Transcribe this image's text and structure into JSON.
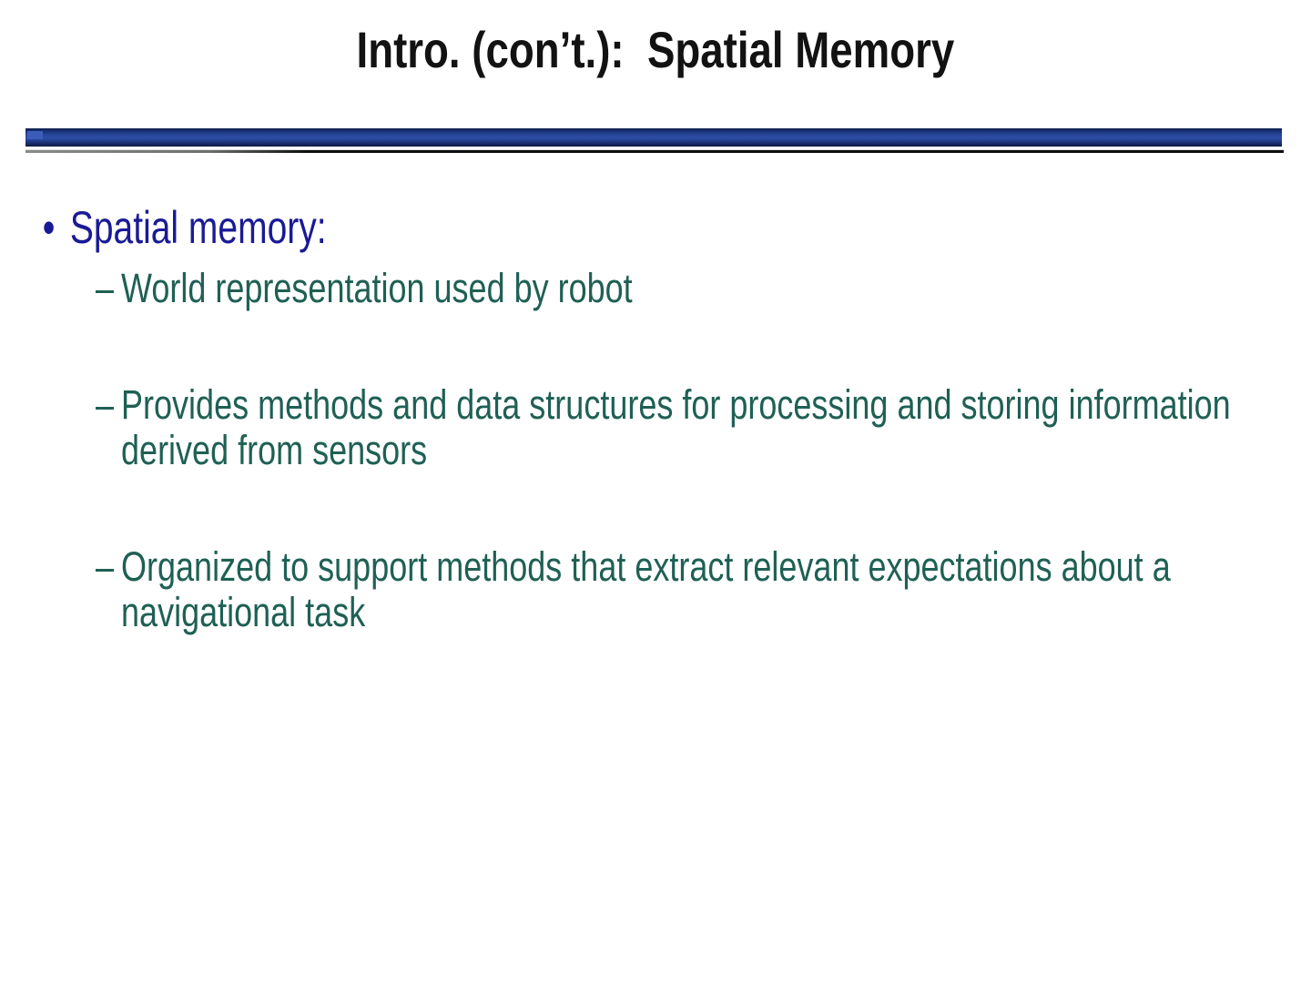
{
  "slide": {
    "title": "Intro. (con’t.):  Spatial Memory",
    "content": {
      "main_bullet": {
        "marker": "•",
        "text": "Spatial memory:"
      },
      "sub_bullets": [
        {
          "marker": "–",
          "text": "World representation used by robot"
        },
        {
          "marker": "–",
          "text": "Provides methods and data structures for processing and storing information derived from sensors"
        },
        {
          "marker": "–",
          "text": "Organized to support methods that extract relevant expectations about a navigational task"
        }
      ]
    },
    "colors": {
      "title_text": "#121212",
      "main_bullet_text": "#1a1a96",
      "sub_bullet_text": "#1f6054",
      "divider_blue": "#2d4da6",
      "divider_blue_dark": "#14265c",
      "divider_highlight": "#3c5cba",
      "divider_line": "#0d0d0d"
    }
  }
}
